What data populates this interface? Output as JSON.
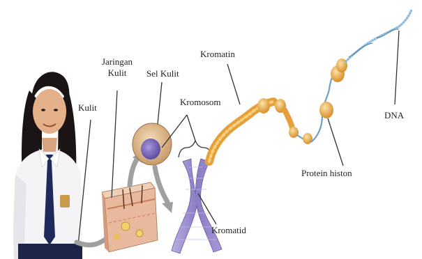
{
  "labels": {
    "kulit": "Kulit",
    "jaringan_kulit_1": "Jaringan",
    "jaringan_kulit_2": "Kulit",
    "sel_kulit": "Sel Kulit",
    "kromosom": "Kromosom",
    "kromatin": "Kromatin",
    "kromatid": "Kromatid",
    "protein_histon": "Protein histon",
    "dna": "DNA"
  },
  "colors": {
    "chromatin": "#e8a23a",
    "chromosome": "#9b8ccb",
    "cell": "#d8b48a",
    "nucleus": "#7a6ab8",
    "dna": "#7aa9c9",
    "arrow": "#9a9a9a",
    "skin": "#e9b89a"
  }
}
